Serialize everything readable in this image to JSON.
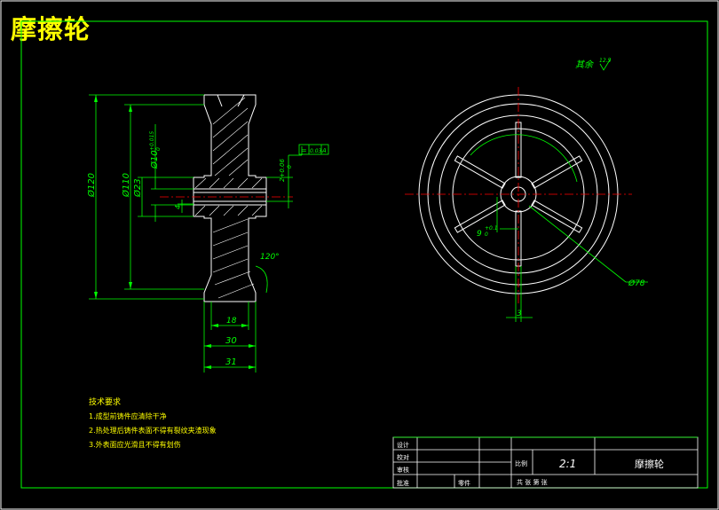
{
  "title": "摩擦轮",
  "roughness": {
    "prefix": "其余",
    "value": "12.5"
  },
  "dimensions": {
    "d120": "Ø120",
    "d110": "Ø110",
    "d23": "Ø23",
    "d10": "Ø10",
    "d10_tol": "+0.015",
    "d10_tol2": "0",
    "key_depth": "2+0.06",
    "key_depth_tol": "0",
    "dim_4": "4",
    "angle_120": "120°",
    "dim_18": "18",
    "dim_30": "30",
    "dim_31": "31",
    "d78": "Ø78",
    "dim_9": "9",
    "dim_9_tol": "+0.1",
    "dim_9_tol2": "0",
    "dim_3": "3",
    "gdt_symbol": "=",
    "gdt_value": "0.03",
    "gdt_datum": "A"
  },
  "tech_requirements": {
    "heading": "技术要求",
    "items": [
      "1.成型前铸件应清除干净",
      "2.热处理后铸件表面不得有裂纹夹渣现象",
      "3.外表面应光滑且不得有划伤"
    ]
  },
  "title_block": {
    "rows": [
      "设计",
      "校对",
      "审核",
      "批准"
    ],
    "part_label": "零件",
    "scale_label": "比例",
    "scale": "2:1",
    "name": "摩擦轮",
    "sheet": "共  张 第  张"
  },
  "colors": {
    "background": "#000000",
    "line": "#ffffff",
    "dimension": "#00ff00",
    "centerline": "#ff0000",
    "title": "#ffff00"
  }
}
